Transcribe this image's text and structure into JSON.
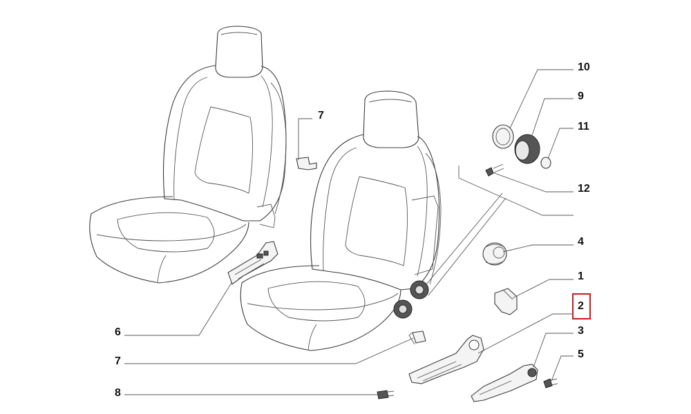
{
  "callouts": [
    {
      "id": "c10",
      "label": "10"
    },
    {
      "id": "c9",
      "label": "9"
    },
    {
      "id": "c11",
      "label": "11"
    },
    {
      "id": "c12",
      "label": "12"
    },
    {
      "id": "c4",
      "label": "4"
    },
    {
      "id": "c1",
      "label": "1"
    },
    {
      "id": "c2",
      "label": "2",
      "highlighted": true
    },
    {
      "id": "c3",
      "label": "3"
    },
    {
      "id": "c5",
      "label": "5"
    },
    {
      "id": "c6",
      "label": "6"
    },
    {
      "id": "c7a",
      "label": "7"
    },
    {
      "id": "c7b",
      "label": "7"
    },
    {
      "id": "c8",
      "label": "8"
    }
  ],
  "highlight_color": "#d8131b"
}
